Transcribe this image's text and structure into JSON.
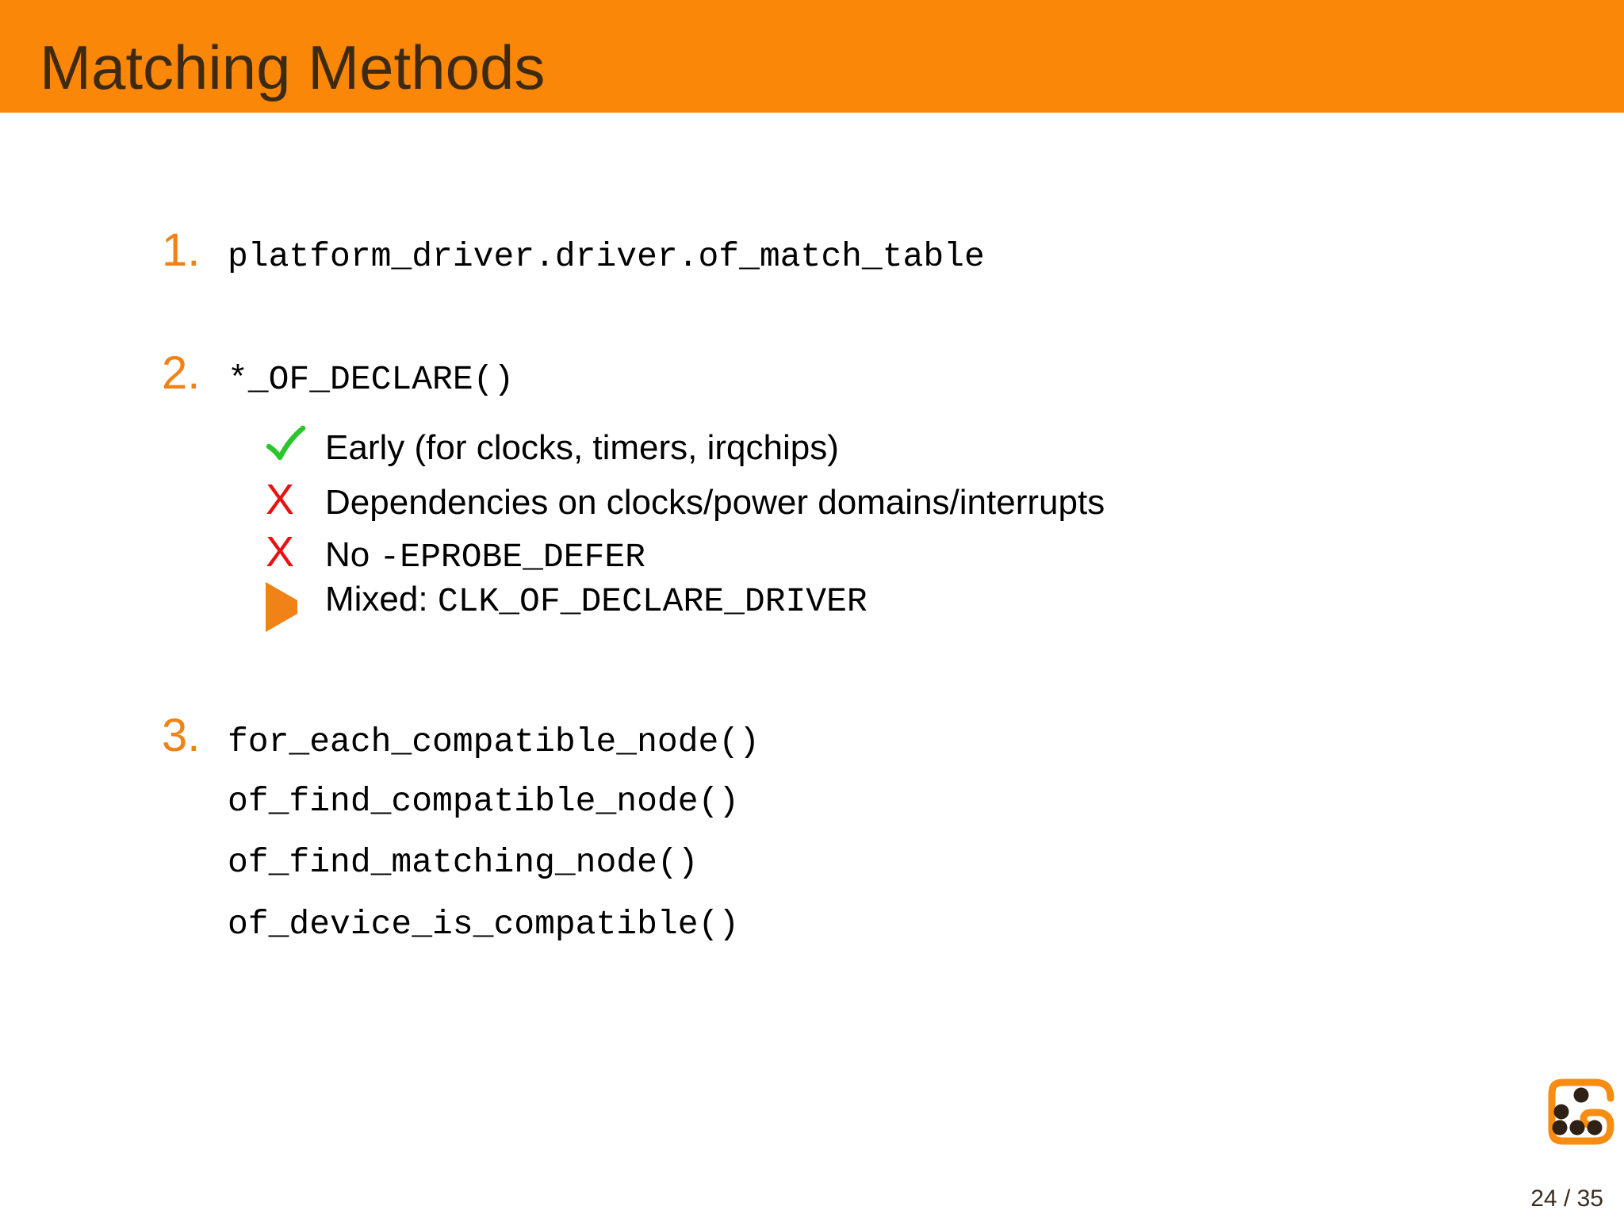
{
  "header": {
    "title": "Matching Methods"
  },
  "items": [
    {
      "number": "1.",
      "code": "platform_driver.driver.of_match_table"
    },
    {
      "number": "2.",
      "code": "*_OF_DECLARE()",
      "subitems": [
        {
          "icon": "check-icon",
          "text": "Early (for clocks, timers, irqchips)"
        },
        {
          "icon": "cross-icon",
          "text": "Dependencies on clocks/power domains/interrupts"
        },
        {
          "icon": "cross-icon",
          "text_prefix": "No ",
          "code": "-EPROBE_DEFER"
        },
        {
          "icon": "triangle-icon",
          "text_prefix": "Mixed: ",
          "code": "CLK_OF_DECLARE_DRIVER"
        }
      ]
    },
    {
      "number": "3.",
      "code_lines": [
        "for_each_compatible_node()",
        "of_find_compatible_node()",
        "of_find_matching_node()",
        "of_device_is_compatible()"
      ]
    }
  ],
  "glyphs": {
    "cross": "X"
  },
  "footer": {
    "page": "24 / 35",
    "logo": "free-electrons-logo"
  },
  "colors": {
    "accent": "#f08217",
    "header_bg": "#fa8708",
    "header_text": "#3d2a12",
    "green": "#2bc62b",
    "red": "#e81212",
    "dot": "#2f2115",
    "logo": "#f78c12",
    "page_text": "#3a2e21"
  }
}
